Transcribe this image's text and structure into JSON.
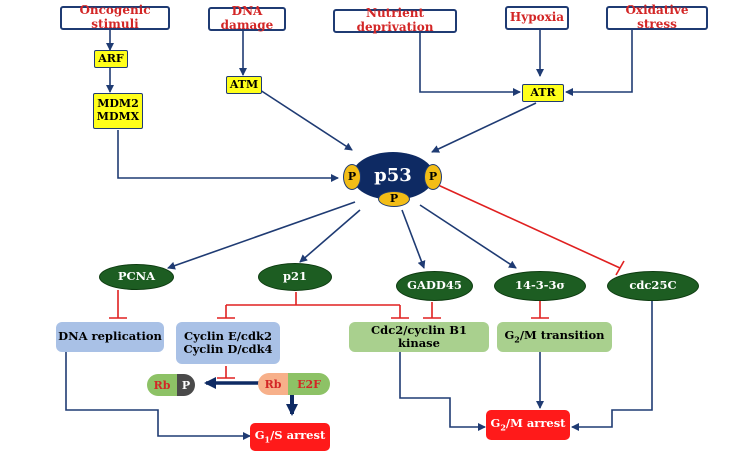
{
  "stimuli": {
    "oncogenic": "Oncogenic stimuli",
    "dna_damage": "DNA damage",
    "nutrient": "Nutrient deprivation",
    "hypoxia": "Hypoxia",
    "oxidative": "Oxidative stress"
  },
  "kinases": {
    "arf": "ARF",
    "mdm2": "MDM2",
    "mdmx": "MDMX",
    "atm": "ATM",
    "atr": "ATR"
  },
  "p53": {
    "label": "p53",
    "phospho": "P"
  },
  "targets": {
    "pcna": "PCNA",
    "p21": "p21",
    "gadd45": "GADD45",
    "sigma": "14-3-3σ",
    "cdc25c": "cdc25C"
  },
  "processes": {
    "dna_replication": "DNA  replication",
    "cyclin_e": "Cyclin E/cdk2",
    "cyclin_d": "Cyclin D/cdk4",
    "cdc2": "Cdc2/cyclin B1 kinase",
    "g2m_transition_pre": "G",
    "g2m_transition_sub": "2",
    "g2m_transition_post": "/M transition"
  },
  "rb": {
    "rb_label": "Rb",
    "p_label": "P",
    "e2f_label": "E2F"
  },
  "outcomes": {
    "g1s_pre": "G",
    "g1s_sub": "1",
    "g1s_post": "/S arrest",
    "g2m_pre": "G",
    "g2m_sub": "2",
    "g2m_post": "/M arrest"
  },
  "colors": {
    "activation": "#1f3b73",
    "inhibition": "#e02020",
    "stimulus_text": "#d32626",
    "kinase_fill": "#ffff1a",
    "target_fill": "#1d5d22",
    "p53_fill": "#0e2a63",
    "phospho_fill": "#f3bd16",
    "blue_box": "#a9c1e6",
    "green_box": "#a9d08e",
    "arrest_fill": "#ff1a1a"
  }
}
